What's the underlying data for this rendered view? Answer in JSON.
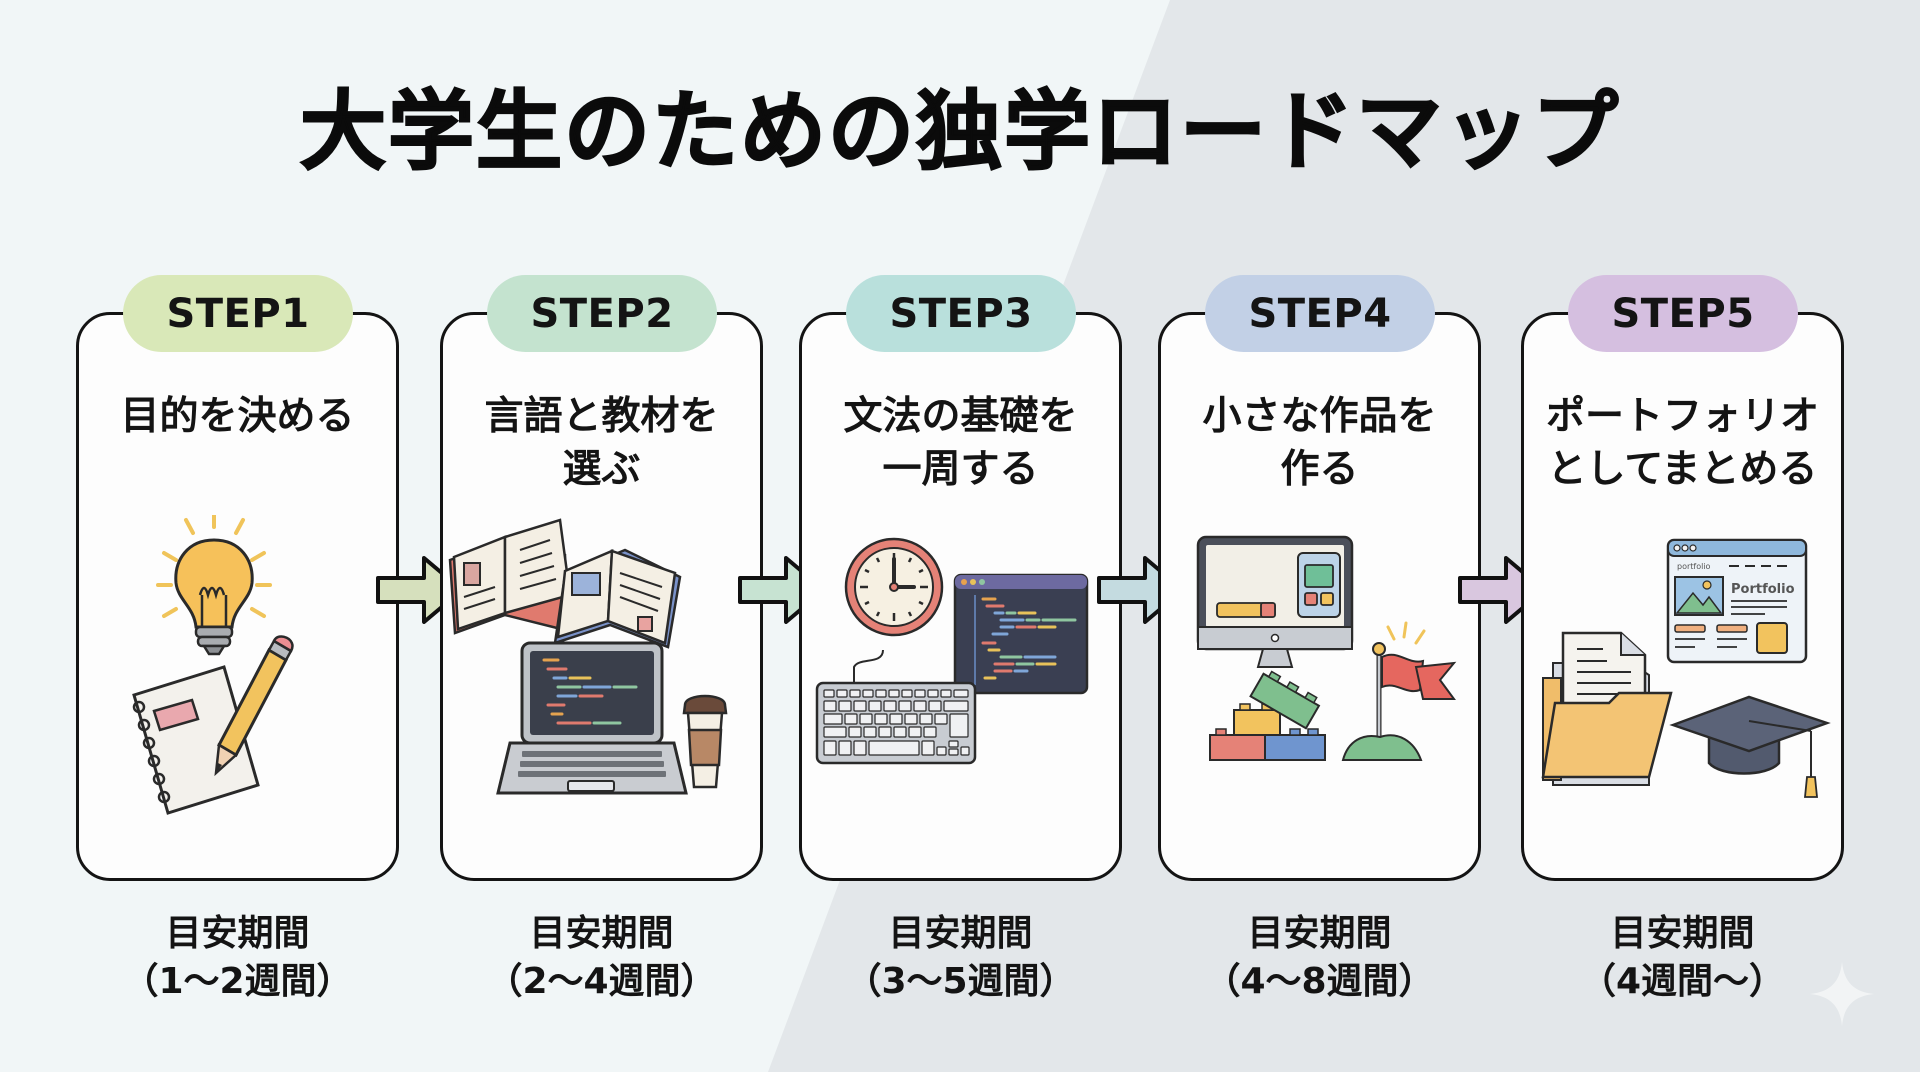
{
  "title": "大学生のための独学ロードマップ",
  "steps": [
    {
      "badge": "STEP1",
      "heading": "目的を決める",
      "period_label": "目安期間",
      "period_value": "（1〜2週間）",
      "badge_color": "#d9e8b8",
      "illustration": [
        "lightbulb-icon",
        "notebook-icon",
        "pencil-icon"
      ]
    },
    {
      "badge": "STEP2",
      "heading": "言語と教材を\n選ぶ",
      "period_label": "目安期間",
      "period_value": "（2〜4週間）",
      "badge_color": "#c4e3cf",
      "illustration": [
        "open-book-icon",
        "laptop-code-icon",
        "coffee-cup-icon"
      ]
    },
    {
      "badge": "STEP3",
      "heading": "文法の基礎を\n一周する",
      "period_label": "目安期間",
      "period_value": "（3〜5週間）",
      "badge_color": "#b9e0dc",
      "illustration": [
        "clock-icon",
        "code-editor-icon",
        "keyboard-icon"
      ]
    },
    {
      "badge": "STEP4",
      "heading": "小さな作品を\n作る",
      "period_label": "目安期間",
      "period_value": "（4〜8週間）",
      "badge_color": "#c2d0e6",
      "illustration": [
        "monitor-app-icon",
        "building-blocks-icon",
        "flag-icon"
      ]
    },
    {
      "badge": "STEP5",
      "heading": "ポートフォリオ\nとしてまとめる",
      "period_label": "目安期間",
      "period_value": "（4週間〜）",
      "badge_color": "#d5bfe0",
      "illustration": [
        "folder-document-icon",
        "portfolio-website-icon",
        "graduation-cap-icon"
      ]
    }
  ],
  "arrows": [
    {
      "color": "#d6e0bd"
    },
    {
      "color": "#c7e3d2"
    },
    {
      "color": "#c4dbe0"
    },
    {
      "color": "#d9c7df"
    }
  ],
  "portfolio_site": {
    "url_text": "portfolio",
    "heading": "Portfolio"
  },
  "colors": {
    "background_left": "#f1f6f7",
    "background_right": "#e3e7ea",
    "card_border": "#141414",
    "card_fill": "#fdfdfd"
  }
}
